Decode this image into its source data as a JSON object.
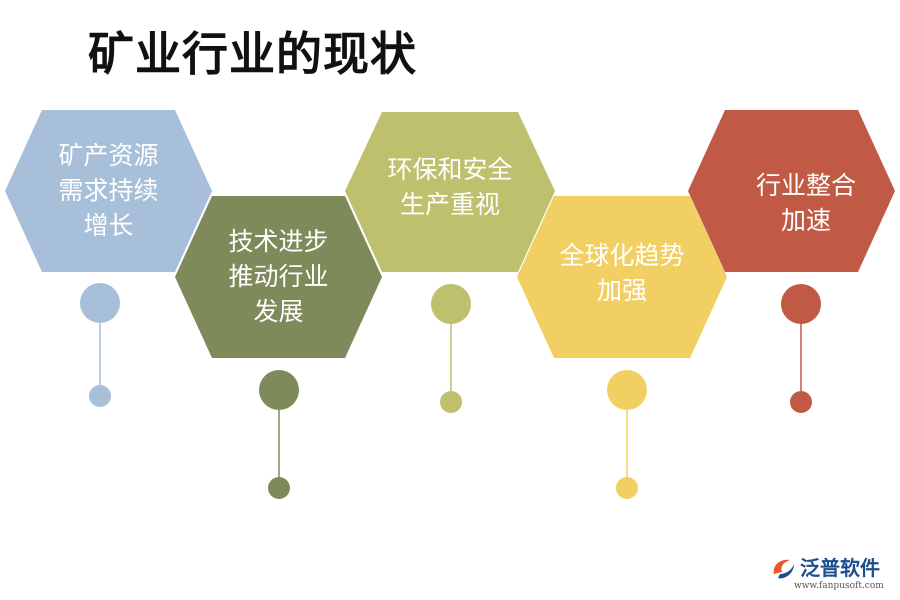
{
  "title": "矿业行业的现状",
  "items": [
    {
      "lines": [
        "矿产资源",
        "需求持续",
        "增长"
      ],
      "color": "#a7bfd8"
    },
    {
      "lines": [
        "技术进步",
        "推动行业",
        "发展"
      ],
      "color": "#7f8a5b"
    },
    {
      "lines": [
        "环保和安全",
        "生产重视"
      ],
      "color": "#bec06e"
    },
    {
      "lines": [
        "全球化趋势",
        "加强"
      ],
      "color": "#f2cf63"
    },
    {
      "lines": [
        "行业整合",
        "加速"
      ],
      "color": "#c05a45"
    }
  ],
  "logo": {
    "name": "泛普软件",
    "url": "www.fanpusoft.com"
  }
}
